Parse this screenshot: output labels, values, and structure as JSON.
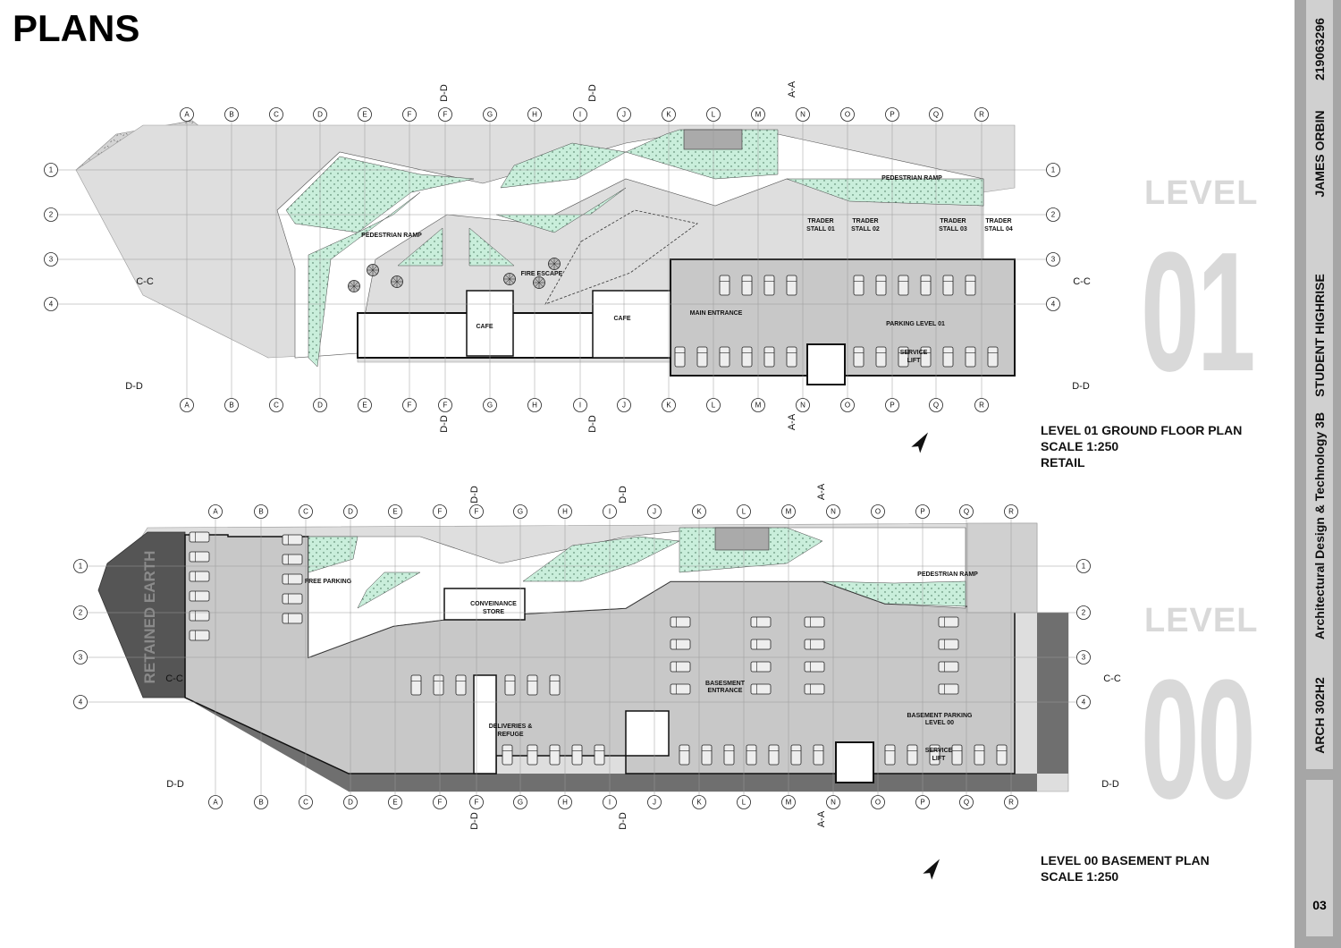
{
  "sheet": {
    "title": "PLANS",
    "page_number": "03",
    "title_block": {
      "student_id": "219063296",
      "student_name": "JAMES ORBIN",
      "project": "STUDENT HIGHRISE",
      "course": "Architectural Design & Technology 3B",
      "course_code": "ARCH 302H2"
    }
  },
  "plans": [
    {
      "level_word": "LEVEL",
      "level_number": "01",
      "caption": [
        "LEVEL 01 GROUND FLOOR PLAN",
        "SCALE 1:250",
        "RETAIL"
      ],
      "grid_columns": [
        "A",
        "B",
        "C",
        "D",
        "E",
        "F",
        "F",
        "G",
        "H",
        "I",
        "J",
        "K",
        "L",
        "M",
        "N",
        "O",
        "P",
        "Q",
        "R"
      ],
      "grid_rows": [
        "1",
        "2",
        "3",
        "4"
      ],
      "section_marks": {
        "dd": "D-D",
        "aa": "A-A",
        "cc": "C-C"
      },
      "labels": {
        "ped_ramp_left": "PEDESTRIAN RAMP",
        "ped_ramp_right": "PEDESTRIAN RAMP",
        "fire_escape": "FIRE ESCAPE",
        "cafe_1": "CAFE",
        "cafe_2": "CAFE",
        "main_entrance": "MAIN ENTRANCE",
        "parking": "PARKING LEVEL 01",
        "service_lift": [
          "SERVICE",
          "LIFT"
        ],
        "stalls": [
          [
            "TRADER",
            "STALL 01"
          ],
          [
            "TRADER",
            "STALL 02"
          ],
          [
            "TRADER",
            "STALL 03"
          ],
          [
            "TRADER",
            "STALL 04"
          ]
        ]
      }
    },
    {
      "level_word": "LEVEL",
      "level_number": "00",
      "caption": [
        "LEVEL 00 BASEMENT PLAN",
        "SCALE 1:250"
      ],
      "grid_columns": [
        "A",
        "B",
        "C",
        "D",
        "E",
        "F",
        "F",
        "G",
        "H",
        "I",
        "J",
        "K",
        "L",
        "M",
        "N",
        "O",
        "P",
        "Q",
        "R"
      ],
      "grid_rows": [
        "1",
        "2",
        "3",
        "4"
      ],
      "section_marks": {
        "dd": "D-D",
        "aa": "A-A",
        "cc": "C-C"
      },
      "labels": {
        "retained_earth": "RETAINED EARTH",
        "free_parking": "FREE PARKING",
        "convenience_store": [
          "CONVEINANCE",
          "STORE"
        ],
        "ped_ramp": "PEDESTRIAN RAMP",
        "basement_entrance": [
          "BASESMENT",
          "ENTRANCE"
        ],
        "deliveries": [
          "DELIVERIES &",
          "REFUGE"
        ],
        "basement_parking": [
          "BASEMENT PARKING",
          "LEVEL 00"
        ],
        "service_lift": [
          "SERVICE",
          "LIFT"
        ]
      }
    }
  ],
  "colors": {
    "site_gray": "#dcdcdc",
    "parking_gray": "#c8c8c8",
    "dark_gray": "#6f6f6f",
    "green_hatch": "#c9eedb",
    "level_text": "#d9d9d9",
    "strip": "#a6a6a6"
  }
}
